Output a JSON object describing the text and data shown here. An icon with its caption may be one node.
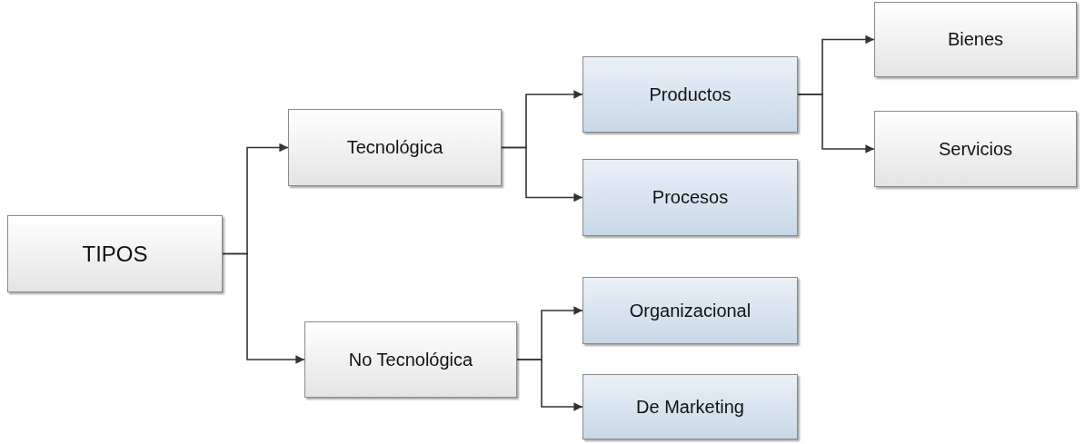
{
  "diagram": {
    "nodes": [
      {
        "text": [
          "TIPOS"
        ]
      },
      {
        "text": [
          "Tecnológica"
        ]
      },
      {
        "text": [
          "No Tecnológica"
        ]
      },
      {
        "text": [
          "Productos"
        ]
      },
      {
        "text": [
          "Procesos"
        ]
      },
      {
        "text": [
          "Organizacional"
        ]
      },
      {
        "text": [
          "De Marketing"
        ]
      },
      {
        "text": [
          "Bienes"
        ]
      },
      {
        "text": [
          "Servicios"
        ]
      }
    ],
    "edges": [
      {
        "from": 0,
        "to": 1,
        "arrow": "to"
      },
      {
        "from": 0,
        "to": 2,
        "arrow": "to"
      },
      {
        "from": 1,
        "to": 3,
        "arrow": "to"
      },
      {
        "from": 1,
        "to": 4,
        "arrow": "to"
      },
      {
        "from": 2,
        "to": 5,
        "arrow": "to"
      },
      {
        "from": 2,
        "to": 6,
        "arrow": "to"
      },
      {
        "from": 3,
        "to": 7,
        "arrow": "to"
      },
      {
        "from": 3,
        "to": 8,
        "arrow": "to"
      }
    ]
  }
}
